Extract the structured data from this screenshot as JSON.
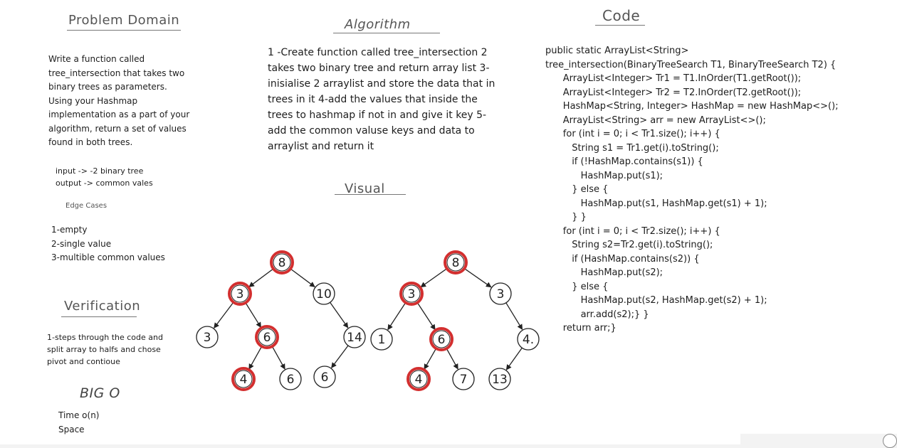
{
  "problem_domain": {
    "title": "Problem Domain",
    "description": "Write a function called\ntree_intersection that takes two\nbinary trees as parameters.\nUsing your Hashmap\nimplementation as a part of your\nalgorithm, return a set of values\nfound in both trees.",
    "io": "input -> -2 binary tree\noutput -> common vales",
    "edge_cases_title": "Edge Cases",
    "edge_cases": "1-empty\n2-single value\n3-multible common values"
  },
  "verification": {
    "title": "Verification",
    "text": "1-steps through the code and\nsplit array to halfs and chose\npivot and contioue"
  },
  "big_o": {
    "title": "BIG O",
    "time": "Time o(n)",
    "space": "Space"
  },
  "algorithm": {
    "title": "Algorithm",
    "text": "1 -Create function called tree_intersection 2 takes two binary tree and return array list 3-inisialise 2 arraylist and store the data that in trees in it 4-add the values that inside the trees to hashmap if not in and give it key 5- add the common valuse keys and data to arraylist and return it"
  },
  "visual": {
    "title": "Visual",
    "highlight_color": "#d32f2f",
    "tree1": [
      {
        "id": "t1n1",
        "value": "8",
        "highlight": true
      },
      {
        "id": "t1n2",
        "value": "3",
        "highlight": true
      },
      {
        "id": "t1n3",
        "value": "10",
        "highlight": false
      },
      {
        "id": "t1n4",
        "value": "3",
        "highlight": false
      },
      {
        "id": "t1n5",
        "value": "6",
        "highlight": true
      },
      {
        "id": "t1n6",
        "value": "14",
        "highlight": false
      },
      {
        "id": "t1n7",
        "value": "4",
        "highlight": true
      },
      {
        "id": "t1n8",
        "value": "6",
        "highlight": false
      },
      {
        "id": "t1n9",
        "value": "6",
        "highlight": false
      }
    ],
    "tree2": [
      {
        "id": "t2n1",
        "value": "8",
        "highlight": true
      },
      {
        "id": "t2n2",
        "value": "3",
        "highlight": true
      },
      {
        "id": "t2n3",
        "value": "3",
        "highlight": false
      },
      {
        "id": "t2n4",
        "value": "1",
        "highlight": false
      },
      {
        "id": "t2n5",
        "value": "6",
        "highlight": true
      },
      {
        "id": "t2n6",
        "value": "4.",
        "highlight": false
      },
      {
        "id": "t2n7",
        "value": "4",
        "highlight": true
      },
      {
        "id": "t2n8",
        "value": "7",
        "highlight": false
      },
      {
        "id": "t2n9",
        "value": "13",
        "highlight": false
      }
    ]
  },
  "code": {
    "title": "Code",
    "lines": [
      "public static ArrayList<String>",
      "tree_intersection(BinaryTreeSearch T1, BinaryTreeSearch T2) {",
      "      ArrayList<Integer> Tr1 = T1.InOrder(T1.getRoot());",
      "      ArrayList<Integer> Tr2 = T2.InOrder(T2.getRoot());",
      "      HashMap<String, Integer> HashMap = new HashMap<>();",
      "      ArrayList<String> arr = new ArrayList<>();",
      "      for (int i = 0; i < Tr1.size(); i++) {",
      "         String s1 = Tr1.get(i).toString();",
      "         if (!HashMap.contains(s1)) {",
      "            HashMap.put(s1);",
      "         } else {",
      "            HashMap.put(s1, HashMap.get(s1) + 1);",
      "         } }",
      "      for (int i = 0; i < Tr2.size(); i++) {",
      "         String s2=Tr2.get(i).toString();",
      "         if (HashMap.contains(s2)) {",
      "            HashMap.put(s2);",
      "         } else {",
      "            HashMap.put(s2, HashMap.get(s2) + 1);",
      "            arr.add(s2);} }",
      "      return arr;}"
    ]
  }
}
